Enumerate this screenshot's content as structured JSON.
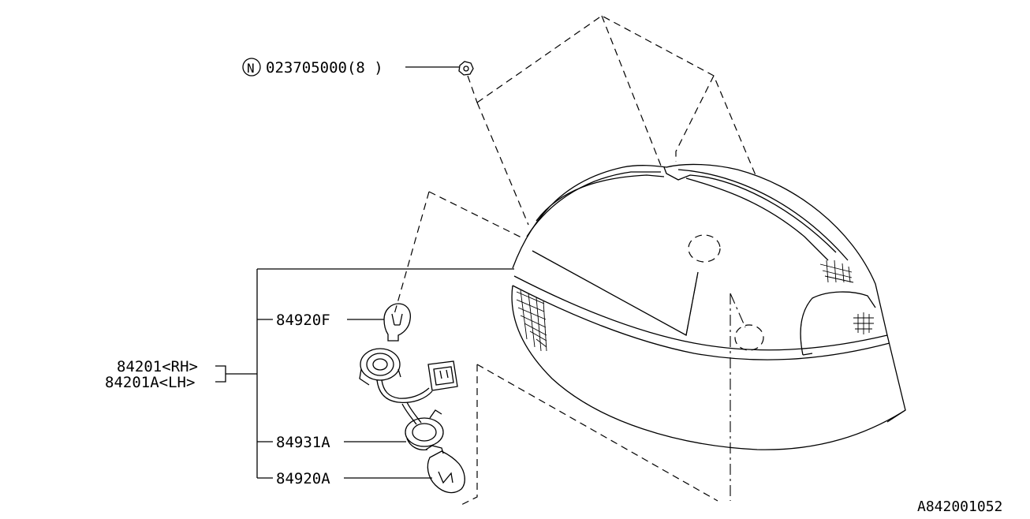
{
  "diagram": {
    "nut_callout": {
      "symbol": "N",
      "part_number": "023705000(8  )"
    },
    "assembly_callout": {
      "part_rh": "84201<RH>",
      "part_lh": "84201A<LH>"
    },
    "sub_parts": [
      {
        "id": "bulb_small",
        "label": "84920F"
      },
      {
        "id": "socket",
        "label": "84931A"
      },
      {
        "id": "bulb_large",
        "label": "84920A"
      }
    ],
    "figure_id": "A842001052"
  }
}
